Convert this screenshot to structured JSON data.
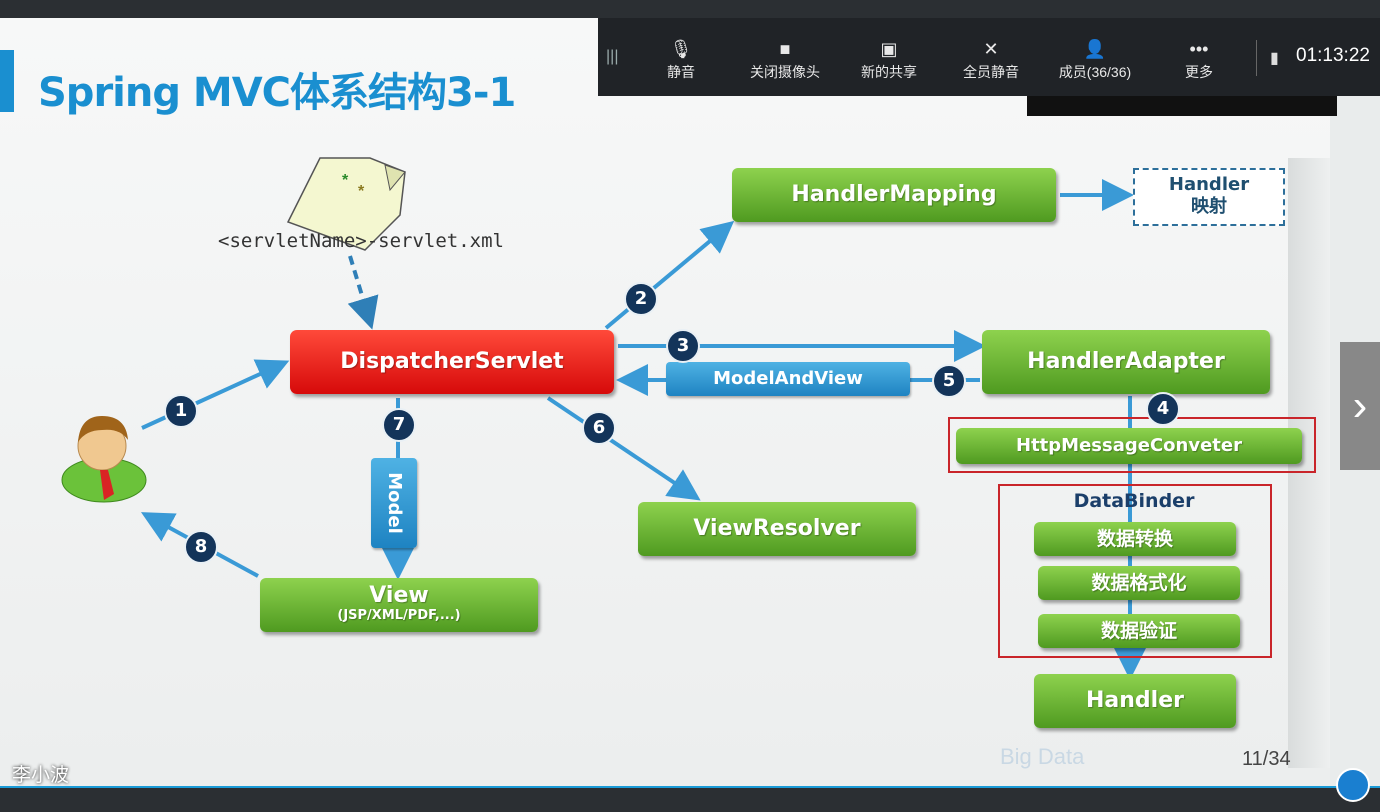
{
  "slide": {
    "title": "Spring MVC体系结构3-1",
    "page": "11/34",
    "watermark": "Big Data"
  },
  "toolbar": {
    "items": [
      {
        "label": "静音",
        "icon": "microphone-icon"
      },
      {
        "label": "关闭摄像头",
        "icon": "camera-icon"
      },
      {
        "label": "新的共享",
        "icon": "screen-share-icon"
      },
      {
        "label": "全员静音",
        "icon": "mute-all-icon"
      },
      {
        "label": "成员(36/36)",
        "icon": "members-icon"
      },
      {
        "label": "更多",
        "icon": "more-icon"
      }
    ],
    "timer": "01:13:22"
  },
  "diagram": {
    "config_file": "<servletName>-servlet.xml",
    "dispatcher": "DispatcherServlet",
    "handler_mapping": "HandlerMapping",
    "handler_map_label_1": "Handler",
    "handler_map_label_2": "映射",
    "handler_adapter": "HandlerAdapter",
    "model_and_view": "ModelAndView",
    "model": "Model",
    "view": "View",
    "view_sub": "(JSP/XML/PDF,...)",
    "view_resolver": "ViewResolver",
    "http_converter": "HttpMessageConveter",
    "data_binder": "DataBinder",
    "binder_items": [
      "数据转换",
      "数据格式化",
      "数据验证"
    ],
    "handler": "Handler",
    "steps": [
      "1",
      "2",
      "3",
      "4",
      "5",
      "6",
      "7",
      "8"
    ]
  },
  "presenter": "李小波"
}
